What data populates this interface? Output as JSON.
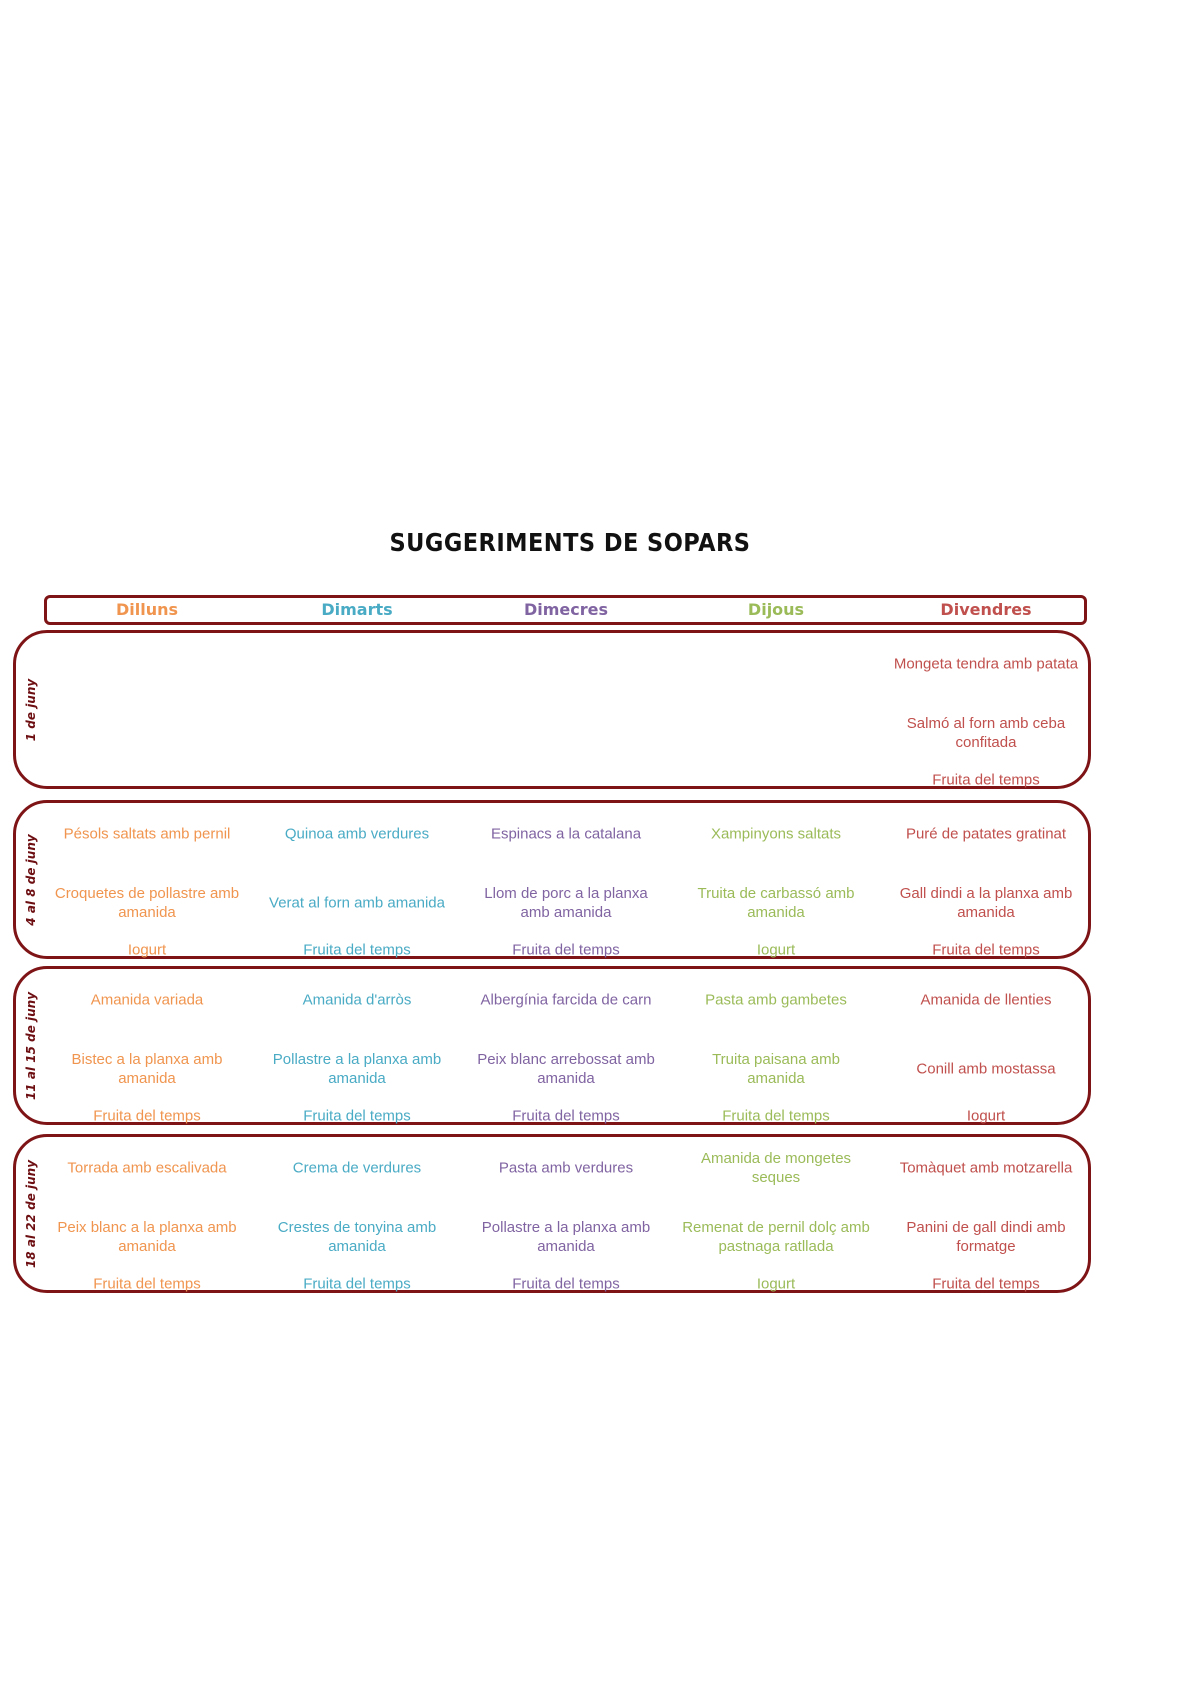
{
  "title": "SUGGERIMENTS DE SOPARS",
  "colors": {
    "border": "#7e1416",
    "days": [
      "#f0954f",
      "#4aabc5",
      "#8064a2",
      "#9bbb59",
      "#c0504d"
    ]
  },
  "days": [
    "Dilluns",
    "Dimarts",
    "Dimecres",
    "Dijous",
    "Divendres"
  ],
  "weeks": [
    {
      "label": "1 de juny",
      "days": [
        [
          "",
          "",
          ""
        ],
        [
          "",
          "",
          ""
        ],
        [
          "",
          "",
          ""
        ],
        [
          "",
          "",
          ""
        ],
        [
          "Mongeta tendra amb patata",
          "Salmó al forn amb ceba\nconfitada",
          "Fruita del temps"
        ]
      ]
    },
    {
      "label": "4 al 8 de juny",
      "days": [
        [
          "Pésols saltats amb pernil",
          "Croquetes de pollastre amb\namanida",
          "Iogurt"
        ],
        [
          "Quinoa amb verdures",
          "Verat al forn amb amanida",
          "Fruita del temps"
        ],
        [
          "Espinacs a la catalana",
          "Llom de porc a la planxa\namb amanida",
          "Fruita del temps"
        ],
        [
          "Xampinyons saltats",
          "Truita de carbassó amb\namanida",
          "Iogurt"
        ],
        [
          "Puré de patates gratinat",
          "Gall dindi a la planxa amb\namanida",
          "Fruita del temps"
        ]
      ]
    },
    {
      "label": "11 al 15 de juny",
      "days": [
        [
          "Amanida variada",
          "Bistec a la planxa amb\namanida",
          "Fruita del temps"
        ],
        [
          "Amanida d'arròs",
          "Pollastre a la planxa amb\namanida",
          "Fruita del temps"
        ],
        [
          "Albergínia farcida de carn",
          "Peix blanc arrebossat amb\namanida",
          "Fruita del temps"
        ],
        [
          "Pasta amb gambetes",
          "Truita paisana amb\namanida",
          "Fruita del temps"
        ],
        [
          "Amanida de llenties",
          "Conill amb mostassa",
          "Iogurt"
        ]
      ]
    },
    {
      "label": "18 al 22 de juny",
      "days": [
        [
          "Torrada amb escalivada",
          "Peix blanc a la planxa amb\namanida",
          "Fruita del temps"
        ],
        [
          "Crema de verdures",
          "Crestes de tonyina amb\namanida",
          "Fruita del temps"
        ],
        [
          "Pasta amb verdures",
          "Pollastre a la planxa amb\namanida",
          "Fruita del temps"
        ],
        [
          "Amanida de mongetes\nseques",
          "Remenat de pernil dolç amb\npastnaga ratllada",
          "Iogurt"
        ],
        [
          "Tomàquet amb motzarella",
          "Panini de gall dindi amb\nformatge",
          "Fruita del temps"
        ]
      ]
    }
  ]
}
